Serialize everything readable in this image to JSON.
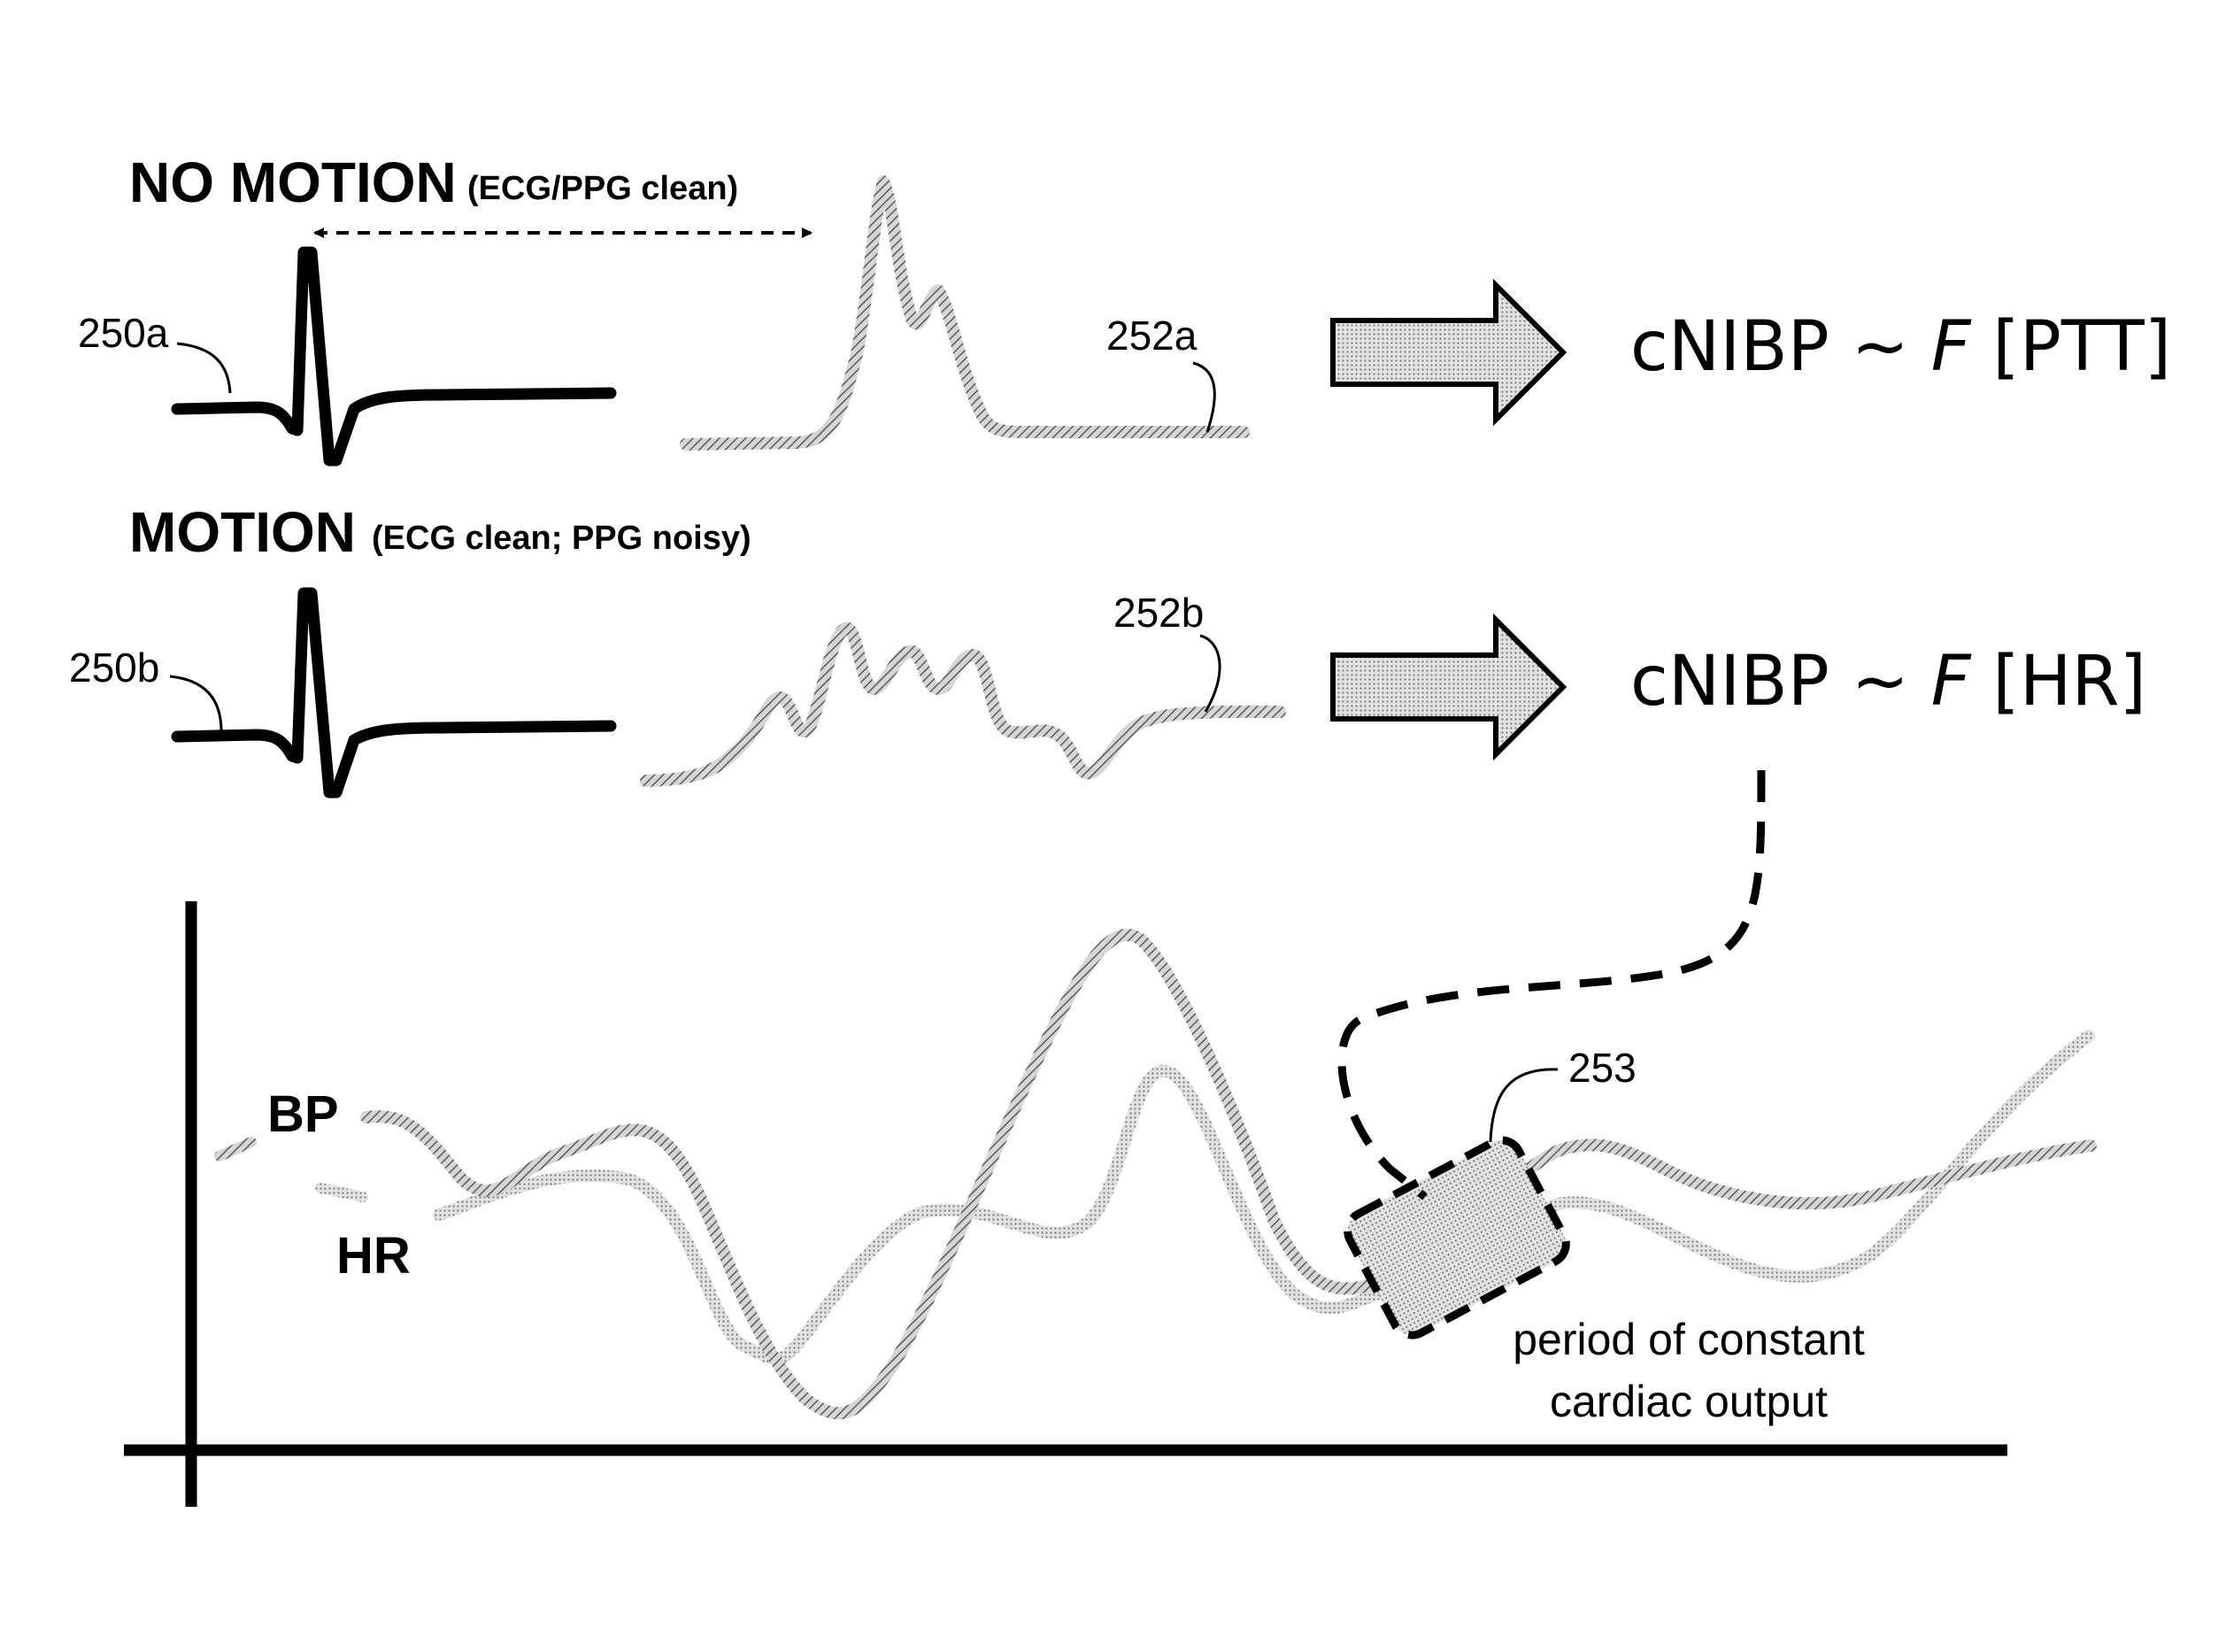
{
  "sections": {
    "no_motion": {
      "title": "NO MOTION",
      "subtitle": "(ECG/PPG clean)"
    },
    "motion": {
      "title": "MOTION",
      "subtitle": "(ECG clean; PPG noisy)"
    }
  },
  "refs": {
    "ecg_no_motion": "250a",
    "ppg_no_motion": "252a",
    "ecg_motion": "250b",
    "ppg_motion": "252b",
    "constant_period": "253"
  },
  "formulas": {
    "ptt": {
      "prefix": "cNIBP ~ ",
      "func": "F",
      "arg": " [PTT]"
    },
    "hr": {
      "prefix": "cNIBP ~ ",
      "func": "F",
      "arg": " [HR]"
    }
  },
  "graph": {
    "bp_label": "BP",
    "hr_label": "HR",
    "annotation_line1": "period of constant",
    "annotation_line2": "cardiac output"
  },
  "colors": {
    "ink": "#000000",
    "ppg_stroke": "#8a8a8a",
    "bp_stroke": "#555555",
    "hr_stroke": "#b5b5b5",
    "arrow_fill": "#c8c8c8",
    "box_fill": "#dddddd"
  }
}
